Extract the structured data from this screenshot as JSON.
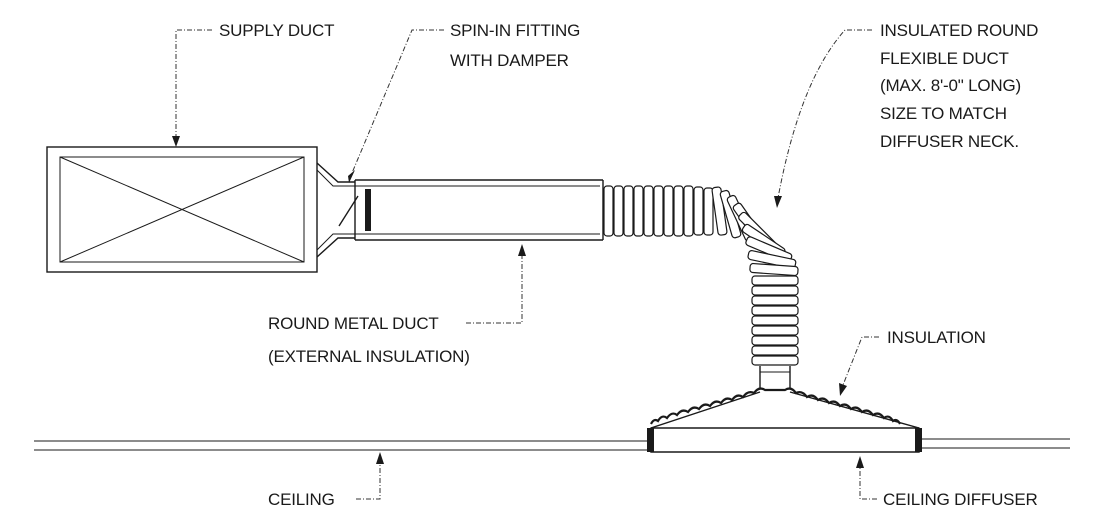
{
  "labels": {
    "supply_duct": "SUPPLY DUCT",
    "spin_in_1": "SPIN-IN FITTING",
    "spin_in_2": "WITH DAMPER",
    "flex_1": "INSULATED ROUND",
    "flex_2": "FLEXIBLE DUCT",
    "flex_3": "(MAX. 8'-0\" LONG)",
    "flex_4": "SIZE TO MATCH",
    "flex_5": "DIFFUSER NECK.",
    "round_1": "ROUND METAL DUCT",
    "round_2": "(EXTERNAL INSULATION)",
    "insulation": "INSULATION",
    "ceiling": "CEILING",
    "ceiling_diffuser": "CEILING DIFFUSER"
  }
}
